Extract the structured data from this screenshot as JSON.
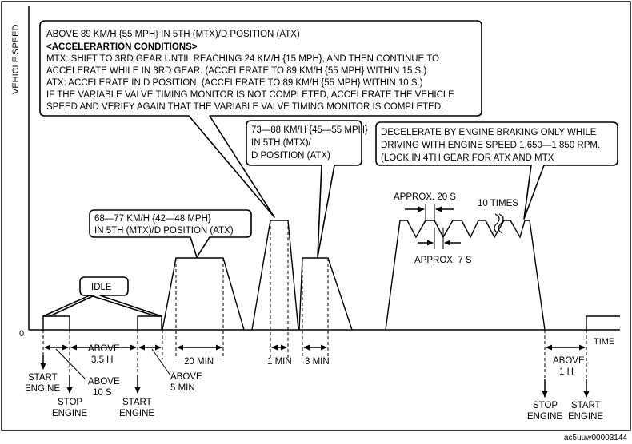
{
  "diagram": {
    "axis": {
      "y_label": "VEHICLE SPEED",
      "x_label": "TIME",
      "zero": "0"
    },
    "idle_label": "IDLE",
    "callouts": {
      "top": [
        "ABOVE 89 KM/H {55 MPH} IN 5TH (MTX)/D POSITION (ATX)",
        "<ACCELERARTION CONDITIONS>",
        "MTX: SHIFT TO 3RD GEAR UNTIL REACHING 24 KM/H {15 MPH}, AND THEN CONTINUE TO",
        "ACCELERATE WHILE IN 3RD GEAR. (ACCELERATE TO 89 KM/H {55 MPH} WITHIN 15 S.)",
        "ATX: ACCELERATE IN D POSITION. (ACCELERATE TO 89 KM/H {55 MPH} WITHIN 10 S.)",
        "IF THE VARIABLE VALVE TIMING MONITOR IS NOT COMPLETED, ACCELERATE THE VEHICLE",
        "SPEED AND VERIFY AGAIN THAT THE VARIABLE VALVE TIMING MONITOR IS COMPLETED."
      ],
      "speed_68_77": [
        "68—77 KM/H {42—48 MPH}",
        "IN 5TH (MTX)/D POSITION (ATX)"
      ],
      "speed_73_88": [
        "73—88 KM/H {45—55 MPH}",
        "IN 5TH (MTX)/",
        "D POSITION (ATX)"
      ],
      "decelerate": [
        "DECELERATE BY ENGINE BRAKING ONLY WHILE",
        "DRIVING WITH ENGINE SPEED 1,650—1,850 RPM.",
        "(LOCK IN 4TH GEAR FOR ATX AND MTX"
      ]
    },
    "cycle": {
      "approx_20s": "APPROX. 20 S",
      "approx_7s": "APPROX. 7 S",
      "times": "10 TIMES"
    },
    "durations": {
      "above_3_5h": [
        "ABOVE",
        "3.5 H"
      ],
      "above_10s": [
        "ABOVE",
        "10 S"
      ],
      "above_5min": [
        "ABOVE",
        "5 MIN"
      ],
      "min_20": "20 MIN",
      "min_1": "1 MIN",
      "min_3": "3 MIN",
      "above_1h": [
        "ABOVE",
        "1 H"
      ]
    },
    "events": {
      "start_engine": [
        "START",
        "ENGINE"
      ],
      "stop_engine": [
        "STOP",
        "ENGINE"
      ]
    },
    "code": "ac5uuw00003144"
  }
}
